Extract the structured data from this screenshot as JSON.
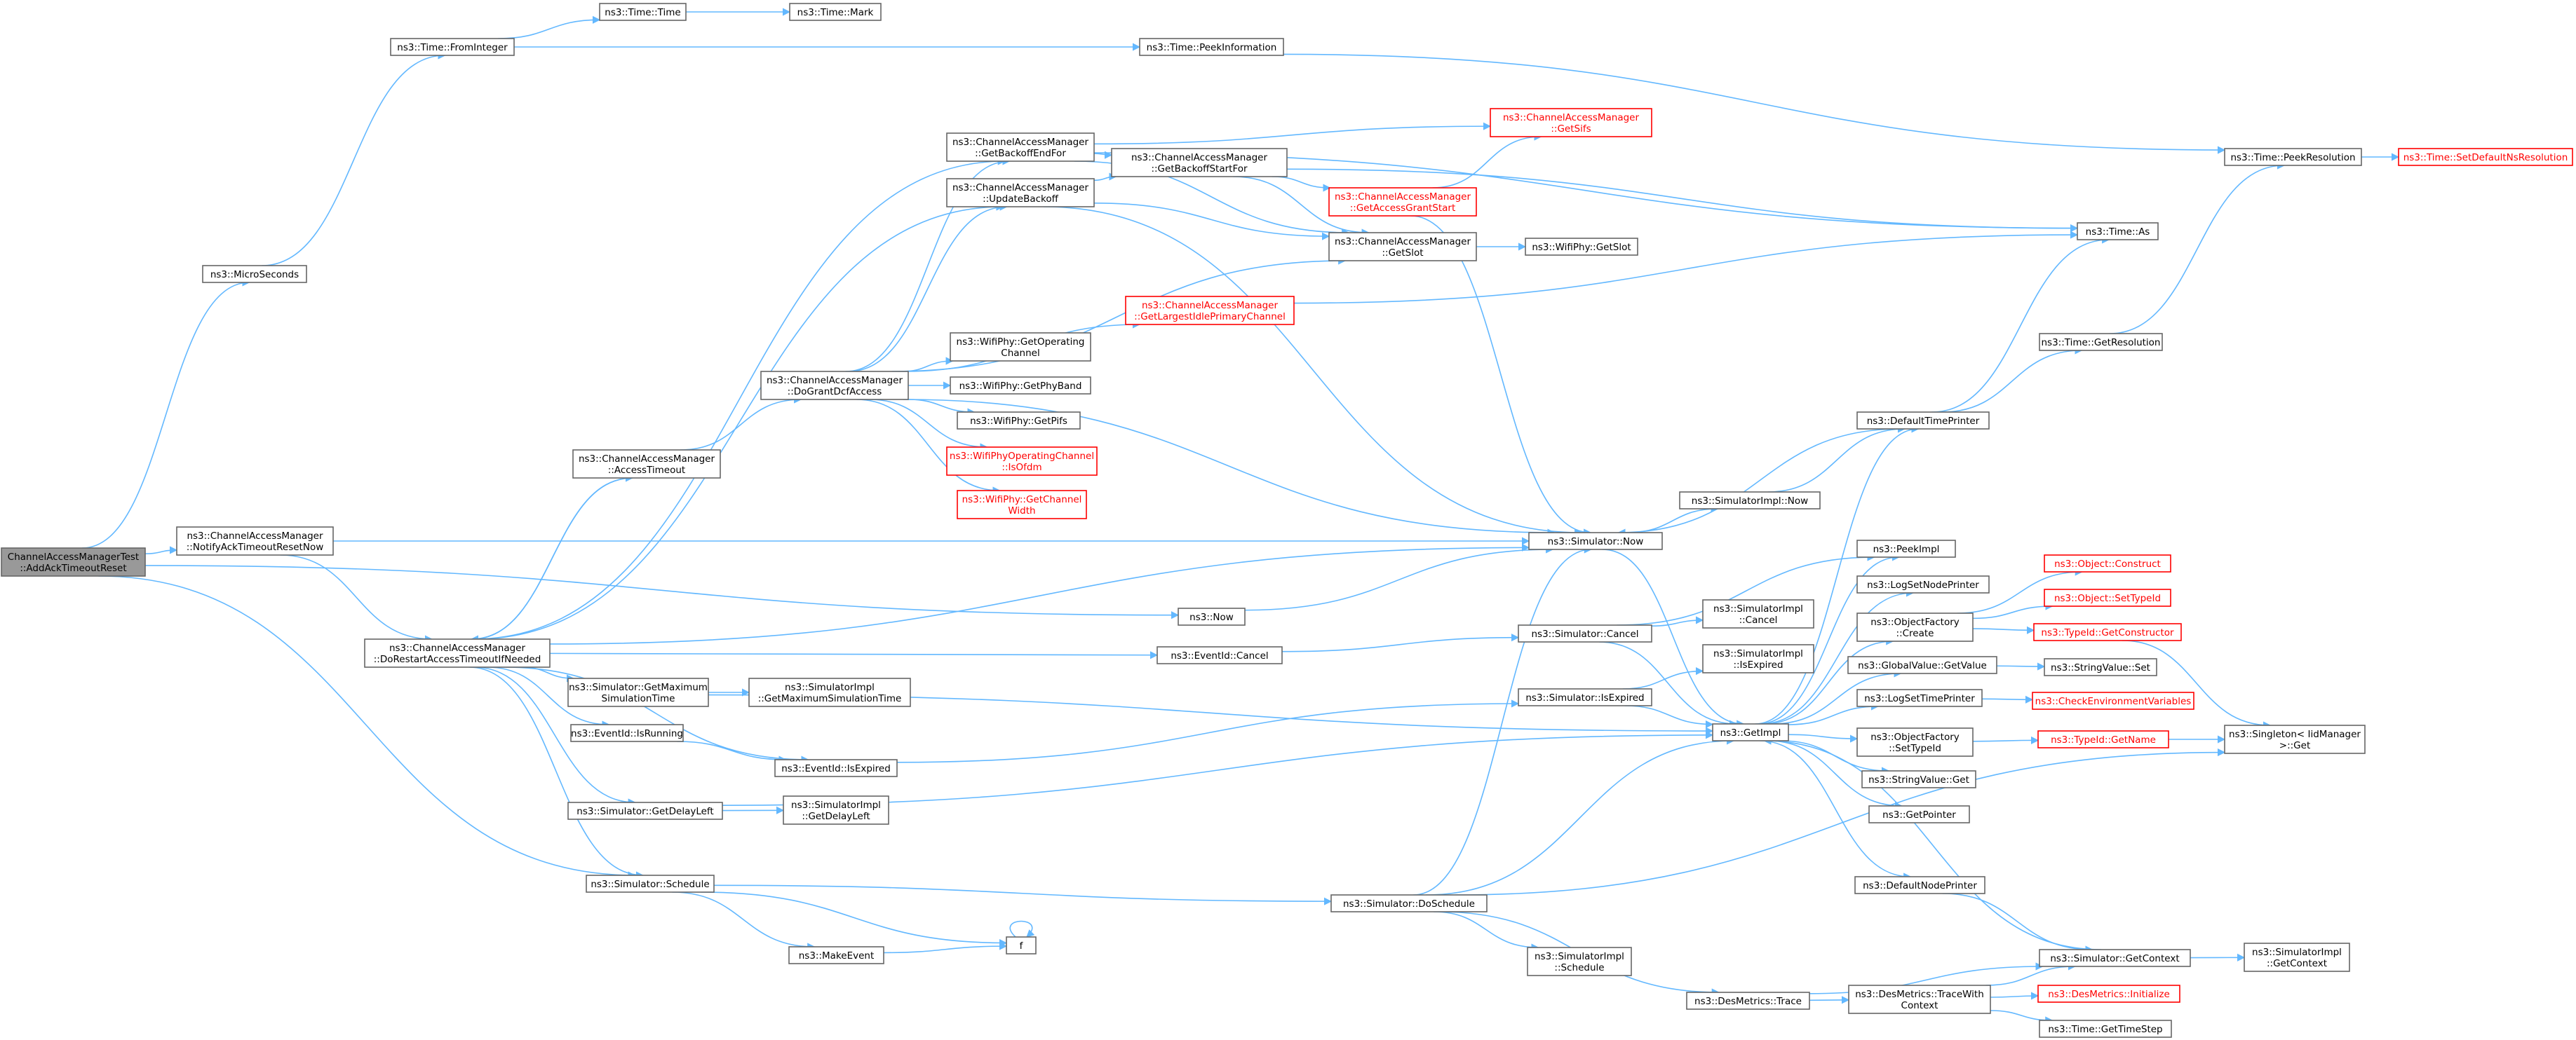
{
  "colors": {
    "edge": "#63b8ff",
    "box_border": "#666666",
    "red_border": "#ff0000",
    "root_fill": "#999999"
  },
  "nodes": [
    {
      "id": "root",
      "lines": [
        "ChannelAccessManagerTest",
        "::AddAckTimeoutReset"
      ],
      "kind": "root"
    },
    {
      "id": "microseconds",
      "lines": [
        "ns3::MicroSeconds"
      ]
    },
    {
      "id": "notifyack",
      "lines": [
        "ns3::ChannelAccessManager",
        "::NotifyAckTimeoutResetNow"
      ]
    },
    {
      "id": "now",
      "lines": [
        "ns3::Now"
      ]
    },
    {
      "id": "restart",
      "lines": [
        "ns3::ChannelAccessManager",
        "::DoRestartAccessTimeoutIfNeeded"
      ]
    },
    {
      "id": "schedule",
      "lines": [
        "ns3::Simulator::Schedule"
      ]
    },
    {
      "id": "frominteger",
      "lines": [
        "ns3::Time::FromInteger"
      ]
    },
    {
      "id": "timetime",
      "lines": [
        "ns3::Time::Time"
      ]
    },
    {
      "id": "timemark",
      "lines": [
        "ns3::Time::Mark"
      ]
    },
    {
      "id": "peekinfo",
      "lines": [
        "ns3::Time::PeekInformation"
      ]
    },
    {
      "id": "peekres",
      "lines": [
        "ns3::Time::PeekResolution"
      ]
    },
    {
      "id": "setdefaultns",
      "lines": [
        "ns3::Time::SetDefaultNsResolution"
      ],
      "kind": "red"
    },
    {
      "id": "getbackoffend",
      "lines": [
        "ns3::ChannelAccessManager",
        "::GetBackoffEndFor"
      ]
    },
    {
      "id": "updatebackoff",
      "lines": [
        "ns3::ChannelAccessManager",
        "::UpdateBackoff"
      ]
    },
    {
      "id": "getbackoffstart",
      "lines": [
        "ns3::ChannelAccessManager",
        "::GetBackoffStartFor"
      ]
    },
    {
      "id": "getsifs",
      "lines": [
        "ns3::ChannelAccessManager",
        "::GetSifs"
      ],
      "kind": "red"
    },
    {
      "id": "getaccessgrant",
      "lines": [
        "ns3::ChannelAccessManager",
        "::GetAccessGrantStart"
      ],
      "kind": "red"
    },
    {
      "id": "getslot",
      "lines": [
        "ns3::ChannelAccessManager",
        "::GetSlot"
      ]
    },
    {
      "id": "wifigetslot",
      "lines": [
        "ns3::WifiPhy::GetSlot"
      ]
    },
    {
      "id": "timeas",
      "lines": [
        "ns3::Time::As"
      ]
    },
    {
      "id": "getlargest",
      "lines": [
        "ns3::ChannelAccessManager",
        "::GetLargestIdlePrimaryChannel"
      ],
      "kind": "red"
    },
    {
      "id": "dogrant",
      "lines": [
        "ns3::ChannelAccessManager",
        "::DoGrantDcfAccess"
      ]
    },
    {
      "id": "getopchan",
      "lines": [
        "ns3::WifiPhy::GetOperating",
        "Channel"
      ]
    },
    {
      "id": "getphyband",
      "lines": [
        "ns3::WifiPhy::GetPhyBand"
      ]
    },
    {
      "id": "getpifs",
      "lines": [
        "ns3::WifiPhy::GetPifs"
      ]
    },
    {
      "id": "isofdm",
      "lines": [
        "ns3::WifiPhyOperatingChannel",
        "::IsOfdm"
      ],
      "kind": "red"
    },
    {
      "id": "getchanwidth",
      "lines": [
        "ns3::WifiPhy::GetChannel",
        "Width"
      ],
      "kind": "red"
    },
    {
      "id": "accesstimeout",
      "lines": [
        "ns3::ChannelAccessManager",
        "::AccessTimeout"
      ]
    },
    {
      "id": "timegetres",
      "lines": [
        "ns3::Time::GetResolution"
      ]
    },
    {
      "id": "defaulttimeprinter",
      "lines": [
        "ns3::DefaultTimePrinter"
      ]
    },
    {
      "id": "simimplnow",
      "lines": [
        "ns3::SimulatorImpl::Now"
      ]
    },
    {
      "id": "simnow",
      "lines": [
        "ns3::Simulator::Now"
      ]
    },
    {
      "id": "peekimpl",
      "lines": [
        "ns3::PeekImpl"
      ]
    },
    {
      "id": "logsetnode",
      "lines": [
        "ns3::LogSetNodePrinter"
      ]
    },
    {
      "id": "objfactcreate",
      "lines": [
        "ns3::ObjectFactory",
        "::Create"
      ]
    },
    {
      "id": "objconstruct",
      "lines": [
        "ns3::Object::Construct"
      ],
      "kind": "red"
    },
    {
      "id": "objsettypeid",
      "lines": [
        "ns3::Object::SetTypeId"
      ],
      "kind": "red"
    },
    {
      "id": "getconstructor",
      "lines": [
        "ns3::TypeId::GetConstructor"
      ],
      "kind": "red"
    },
    {
      "id": "simimplcancel",
      "lines": [
        "ns3::SimulatorImpl",
        "::Cancel"
      ]
    },
    {
      "id": "simcancel",
      "lines": [
        "ns3::Simulator::Cancel"
      ]
    },
    {
      "id": "eventcancel",
      "lines": [
        "ns3::EventId::Cancel"
      ]
    },
    {
      "id": "simimplisexp",
      "lines": [
        "ns3::SimulatorImpl",
        "::IsExpired"
      ]
    },
    {
      "id": "globalvalue",
      "lines": [
        "ns3::GlobalValue::GetValue"
      ]
    },
    {
      "id": "stringset",
      "lines": [
        "ns3::StringValue::Set"
      ]
    },
    {
      "id": "simisexpired",
      "lines": [
        "ns3::Simulator::IsExpired"
      ]
    },
    {
      "id": "logsettime",
      "lines": [
        "ns3::LogSetTimePrinter"
      ]
    },
    {
      "id": "checkenv",
      "lines": [
        "ns3::CheckEnvironmentVariables"
      ],
      "kind": "red"
    },
    {
      "id": "getmaxsim",
      "lines": [
        "ns3::Simulator::GetMaximum",
        "SimulationTime"
      ]
    },
    {
      "id": "simimplgetmax",
      "lines": [
        "ns3::SimulatorImpl",
        "::GetMaximumSimulationTime"
      ]
    },
    {
      "id": "getimpl",
      "lines": [
        "ns3::GetImpl"
      ]
    },
    {
      "id": "objfactsettype",
      "lines": [
        "ns3::ObjectFactory",
        "::SetTypeId"
      ]
    },
    {
      "id": "typeidgetname",
      "lines": [
        "ns3::TypeId::GetName"
      ],
      "kind": "red"
    },
    {
      "id": "singleton",
      "lines": [
        "ns3::Singleton< IidManager",
        ">::Get"
      ]
    },
    {
      "id": "isrunning",
      "lines": [
        "ns3::EventId::IsRunning"
      ]
    },
    {
      "id": "eventisexpired",
      "lines": [
        "ns3::EventId::IsExpired"
      ]
    },
    {
      "id": "stringget",
      "lines": [
        "ns3::StringValue::Get"
      ]
    },
    {
      "id": "getdelayleft",
      "lines": [
        "ns3::Simulator::GetDelayLeft"
      ]
    },
    {
      "id": "simimplgetdelay",
      "lines": [
        "ns3::SimulatorImpl",
        "::GetDelayLeft"
      ]
    },
    {
      "id": "getpointer",
      "lines": [
        "ns3::GetPointer"
      ]
    },
    {
      "id": "defaultnodeprinter",
      "lines": [
        "ns3::DefaultNodePrinter"
      ]
    },
    {
      "id": "doschedule",
      "lines": [
        "ns3::Simulator::DoSchedule"
      ]
    },
    {
      "id": "f",
      "lines": [
        "f"
      ]
    },
    {
      "id": "makeevent",
      "lines": [
        "ns3::MakeEvent"
      ]
    },
    {
      "id": "simgetcontext",
      "lines": [
        "ns3::Simulator::GetContext"
      ]
    },
    {
      "id": "simimplgetctx",
      "lines": [
        "ns3::SimulatorImpl",
        "::GetContext"
      ]
    },
    {
      "id": "simimplsched",
      "lines": [
        "ns3::SimulatorImpl",
        "::Schedule"
      ]
    },
    {
      "id": "destrace",
      "lines": [
        "ns3::DesMetrics::Trace"
      ]
    },
    {
      "id": "destracectx",
      "lines": [
        "ns3::DesMetrics::TraceWith",
        "Context"
      ]
    },
    {
      "id": "desinit",
      "lines": [
        "ns3::DesMetrics::Initialize"
      ],
      "kind": "red"
    },
    {
      "id": "gettimestep",
      "lines": [
        "ns3::Time::GetTimeStep"
      ]
    }
  ]
}
